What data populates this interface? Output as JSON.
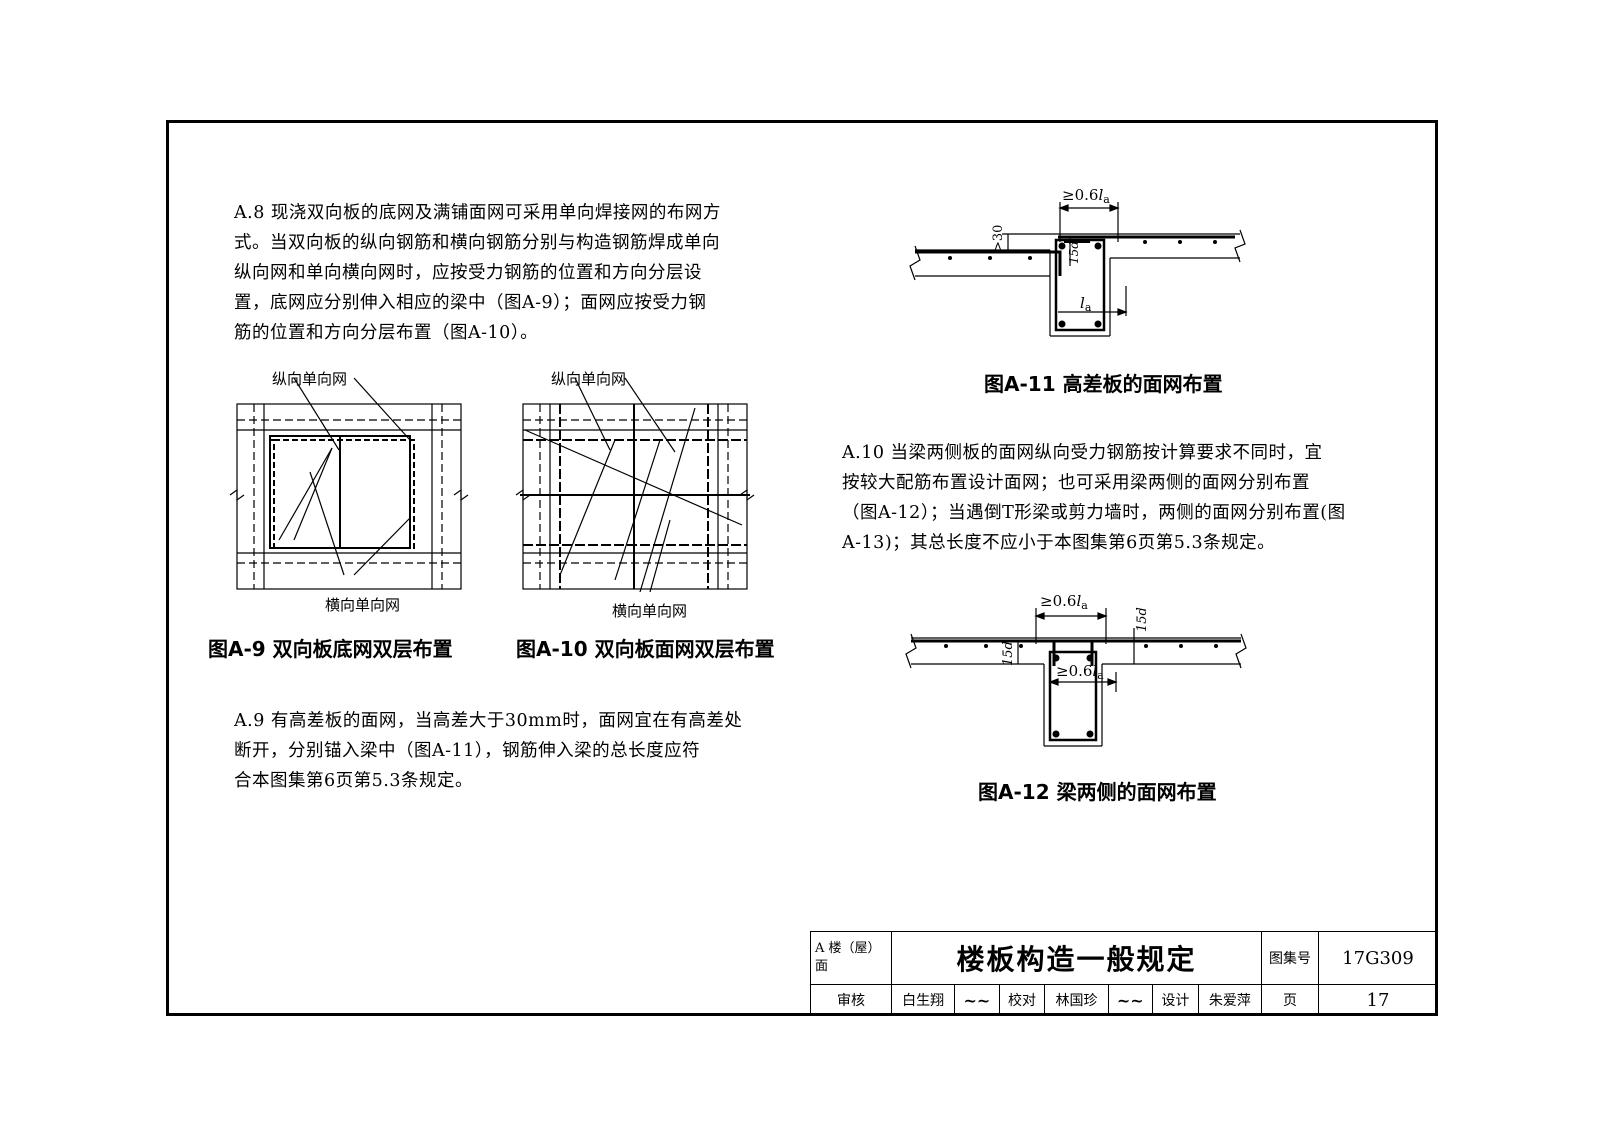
{
  "paragraphs": {
    "a8": [
      "A.8 现浇双向板的底网及满铺面网可采用单向焊接网的布网方",
      "式。当双向板的纵向钢筋和横向钢筋分别与构造钢筋焊成单向",
      "纵向网和单向横向网时，应按受力钢筋的位置和方向分层设",
      "置，底网应分别伸入相应的梁中（图A-9）；面网应按受力钢",
      "筋的位置和方向分层布置（图A-10）。"
    ],
    "a9": [
      "A.9 有高差板的面网，当高差大于30mm时，面网宜在有高差处",
      "断开，分别锚入梁中（图A-11），钢筋伸入梁的总长度应符",
      "合本图集第6页第5.3条规定。"
    ],
    "a10": [
      "A.10 当梁两侧板的面网纵向受力钢筋按计算要求不同时，宜",
      "按较大配筋布置设计面网；也可采用梁两侧的面网分别布置",
      "（图A-12）；当遇倒T形梁或剪力墙时，两侧的面网分别布置(图",
      "A-13)；其总长度不应小于本图集第6页第5.3条规定。"
    ]
  },
  "figures": {
    "a9": {
      "caption": "图A-9 双向板底网双层布置",
      "label_top": "纵向单向网",
      "label_bottom": "横向单向网"
    },
    "a10": {
      "caption": "图A-10 双向板面网双层布置",
      "label_top": "纵向单向网",
      "label_bottom": "横向单向网"
    },
    "a11": {
      "caption": "图A-11 高差板的面网布置",
      "dim_top": "≥0.6",
      "dim_top_sub": "a",
      "dim_height": ">30",
      "dim_15d": "15d",
      "dim_la": "a"
    },
    "a12": {
      "caption": "图A-12 梁两侧的面网布置",
      "dim_top": "≥0.6",
      "dim_top_sub": "a",
      "dim_inner": "≥0.6",
      "dim_inner_sub": "a",
      "dim_15d_left": "15d",
      "dim_15d_right": "15d"
    }
  },
  "title_block": {
    "category": "A 楼（屋）面",
    "title": "楼板构造一般规定",
    "atlas_label": "图集号",
    "atlas_no": "17G309",
    "review_label": "审核",
    "reviewer": "白生翔",
    "check_label": "校对",
    "checker": "林国珍",
    "design_label": "设计",
    "designer": "朱爱萍",
    "page_label": "页",
    "page_no": "17"
  }
}
